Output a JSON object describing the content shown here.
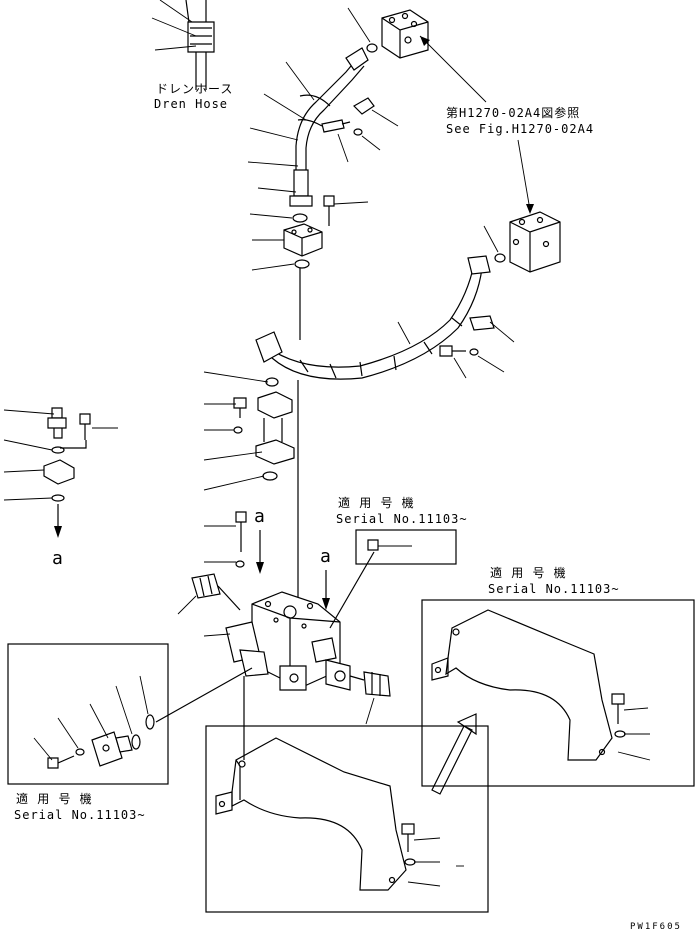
{
  "labels": {
    "drain_hose_jp": "ドレンホース",
    "drain_hose_en": "Dren Hose",
    "see_fig_jp": "第H1270-02A4図参照",
    "see_fig_en": "See Fig.H1270-02A4",
    "applicable_jp": "適 用 号 機",
    "serial": "Serial No.11103~",
    "arrow_marker": "a",
    "page_code": "PW1F605"
  },
  "colors": {
    "line": "#000000",
    "background": "#ffffff"
  }
}
